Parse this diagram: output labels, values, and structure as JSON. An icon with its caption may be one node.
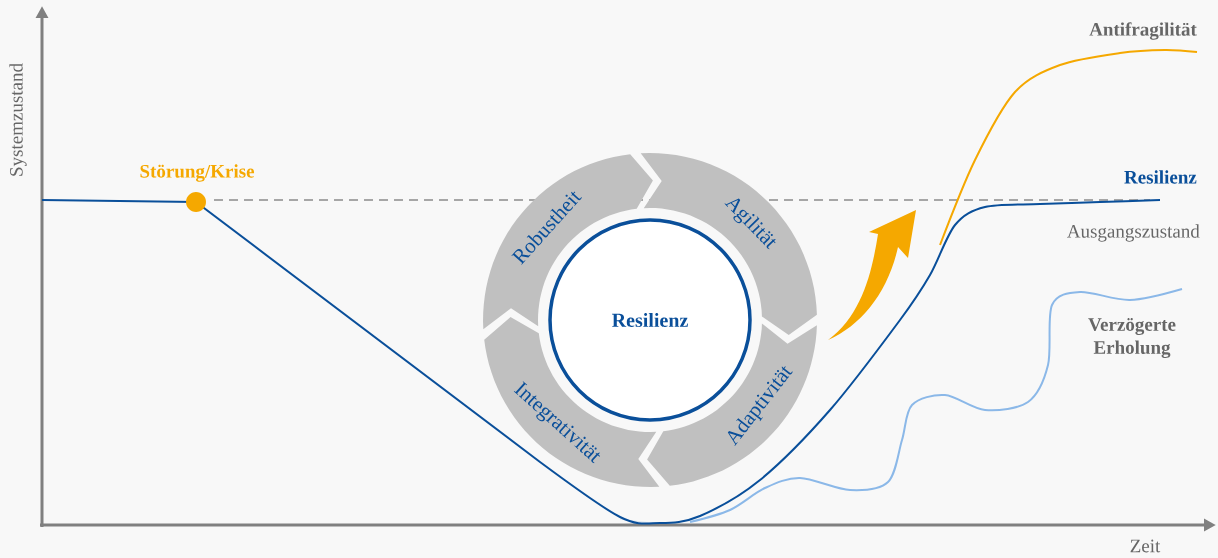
{
  "diagram": {
    "nodes": [
      {
        "text": [
          "Resilienz"
        ]
      },
      {
        "text": [
          "Robustheit"
        ]
      },
      {
        "text": [
          "Agilität"
        ]
      },
      {
        "text": [
          "Adaptivität"
        ]
      },
      {
        "text": [
          "Integrativität"
        ]
      }
    ],
    "labels": [
      "Systemzustand",
      "Störung/Krise",
      "Antifragilität",
      "Resilienz",
      "Ausgangszustand",
      "Verzögerte Erholung",
      "Zeit"
    ]
  }
}
